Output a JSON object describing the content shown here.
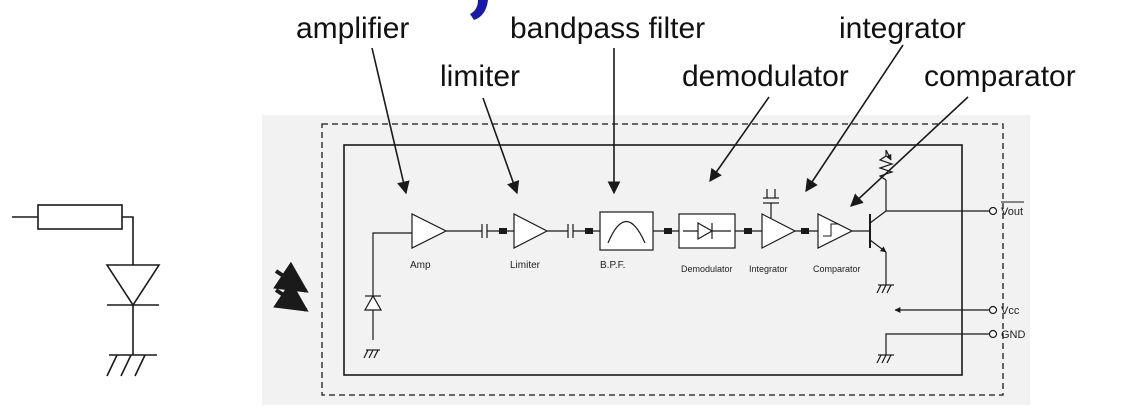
{
  "callouts": {
    "amplifier": "amplifier",
    "bandpass_filter": "bandpass filter",
    "integrator": "integrator",
    "limiter": "limiter",
    "demodulator": "demodulator",
    "comparator": "comparator"
  },
  "blocks": {
    "amp": "Amp",
    "limiter": "Limiter",
    "bpf": "B.P.F.",
    "demodulator": "Demodulator",
    "integrator": "Integrator",
    "comparator": "Comparator"
  },
  "pins": {
    "vout": "Vout",
    "vcc": "Vcc",
    "gnd": "GND"
  },
  "colors": {
    "panel_bg": "#f2f2f2",
    "line": "#1a1a1a",
    "title_fragment": "#1a1aa8"
  }
}
